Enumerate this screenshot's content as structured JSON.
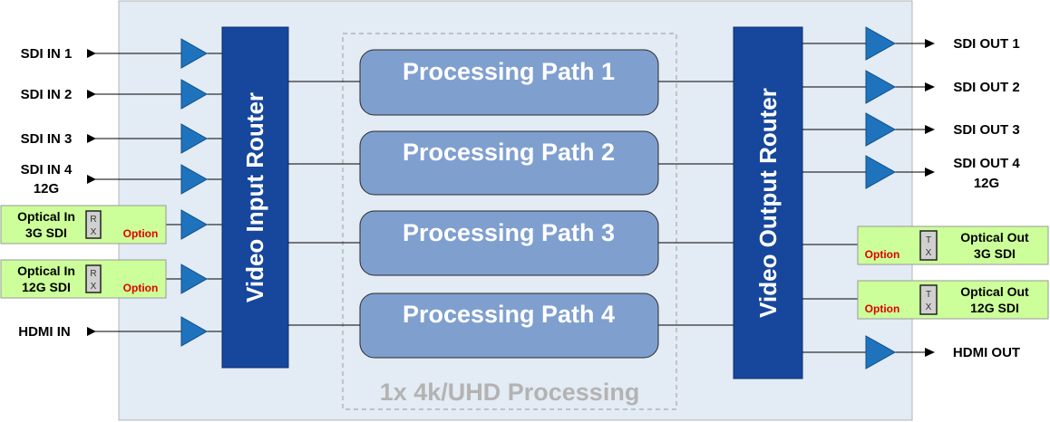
{
  "inputs": {
    "sdi1": "SDI IN 1",
    "sdi2": "SDI IN 2",
    "sdi3": "SDI IN 3",
    "sdi4_line1": "SDI IN 4",
    "sdi4_line2": "12G",
    "hdmi": "HDMI IN",
    "optical1_line1": "Optical In",
    "optical1_line2": "3G SDI",
    "optical2_line1": "Optical In",
    "optical2_line2": "12G SDI",
    "rx_r": "R",
    "rx_x": "X",
    "option": "Option"
  },
  "routers": {
    "input": "Video Input Router",
    "output": "Video Output Router"
  },
  "paths": {
    "p1": "Processing Path 1",
    "p2": "Processing Path 2",
    "p3": "Processing Path 3",
    "p4": "Processing Path 4",
    "caption": "1x 4k/UHD Processing"
  },
  "outputs": {
    "sdi1": "SDI OUT 1",
    "sdi2": "SDI OUT 2",
    "sdi3": "SDI OUT 3",
    "sdi4_line1": "SDI OUT 4",
    "sdi4_line2": "12G",
    "hdmi": "HDMI OUT",
    "optical1_line1": "Optical Out",
    "optical1_line2": "3G SDI",
    "optical2_line1": "Optical Out",
    "optical2_line2": "12G SDI",
    "tx_t": "T",
    "tx_x": "X",
    "option": "Option"
  },
  "colors": {
    "chassis": "#e3ebf4",
    "router": "#16479c",
    "path": "#7f9fcf",
    "buffer": "#1e73bc",
    "optical_box": "#ccff99"
  }
}
